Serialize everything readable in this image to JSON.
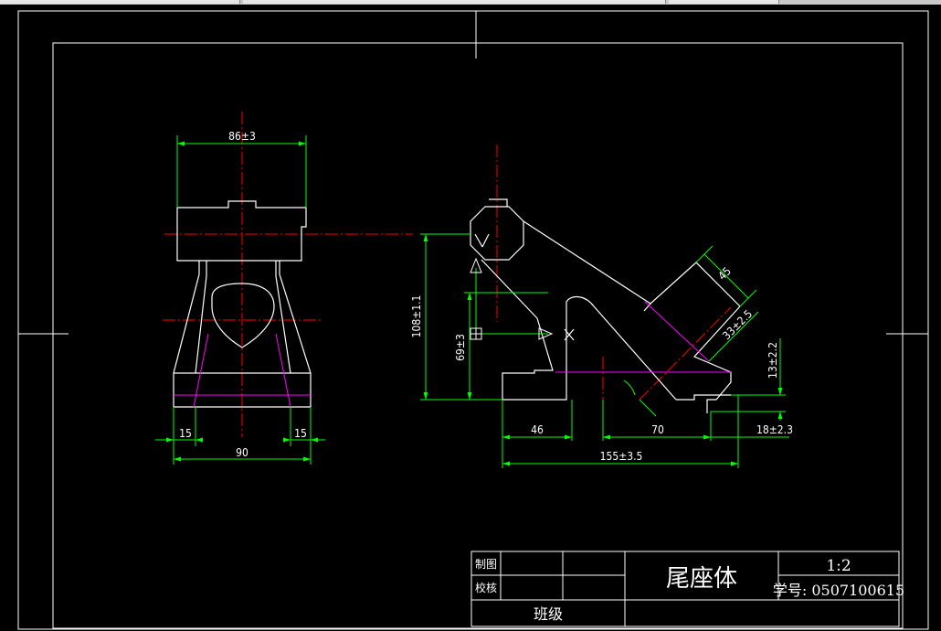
{
  "colors": {
    "background": "#000000",
    "outline": "#ffffff",
    "dimension": "#00ff00",
    "centerline": "#ff0000",
    "hidden": "#ff00ff"
  },
  "front_view": {
    "dims": {
      "top_width": "86±3",
      "left_offset": "15",
      "right_offset": "15",
      "base_width": "90"
    }
  },
  "side_view": {
    "dims": {
      "height_total": "108±1.1",
      "height_mid": "69±3",
      "dia_45": "45",
      "depth_33": "33±2.5",
      "right_13": "13±2.2",
      "bottom_46": "46",
      "bottom_70": "70",
      "bottom_18": "18±2.3",
      "bottom_total": "155±3.5"
    }
  },
  "title_block": {
    "row1_label": "制图",
    "row2_label": "校核",
    "class_label": "班级",
    "part_name": "尾座体",
    "scale": "1:2",
    "student_id": "学号: 0507100615"
  }
}
